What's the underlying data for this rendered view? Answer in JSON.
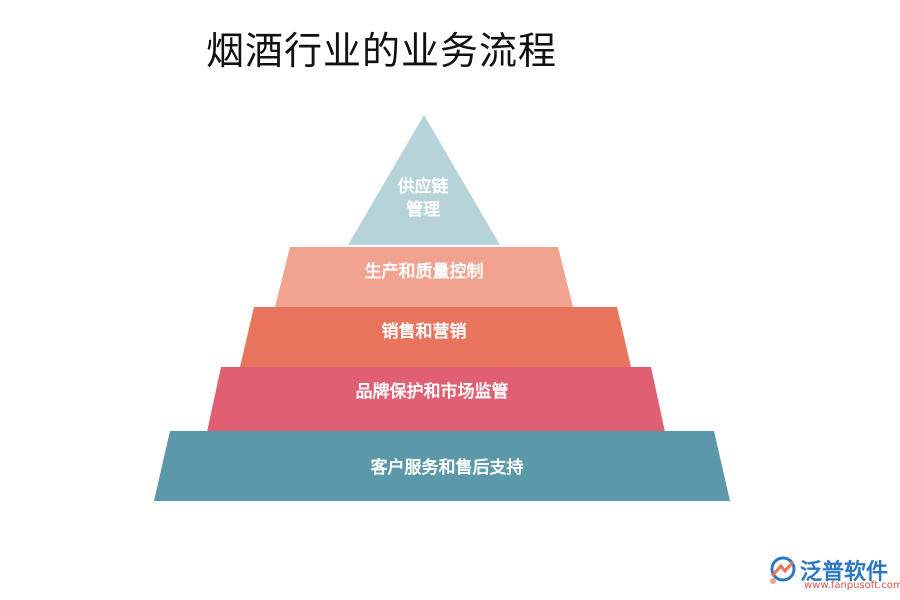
{
  "title": "烟酒行业的业务流程",
  "tiers": [
    {
      "line1": "供应链",
      "line2": "管理",
      "color": "#b7d3da"
    },
    {
      "label": "生产和质量控制",
      "color": "#f2a38f"
    },
    {
      "label": "销售和营销",
      "color": "#e8745d"
    },
    {
      "label": "品牌保护和市场监管",
      "color": "#e05f73"
    },
    {
      "label": "客户服务和售后支持",
      "color": "#5b98aa"
    }
  ],
  "logo": {
    "name": "泛普软件",
    "url": "www.fanpusoft.com"
  }
}
